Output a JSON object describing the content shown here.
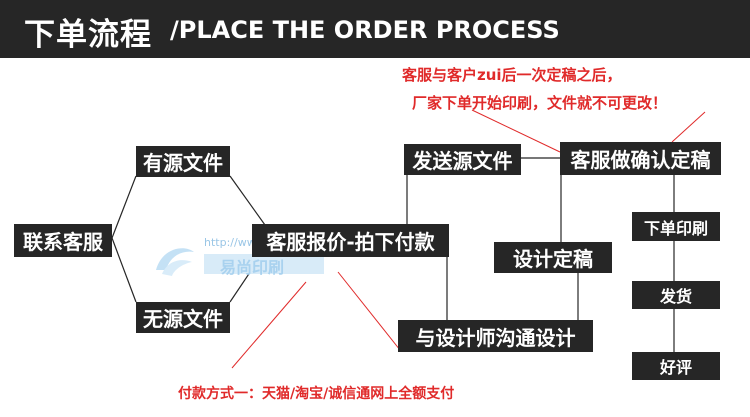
{
  "header": {
    "title_cn": "下单流程",
    "title_en": "/PLACE THE ORDER PROCESS"
  },
  "steps": {
    "contact_service": "联系客服",
    "has_source": "有源文件",
    "no_source": "无源文件",
    "quote_pay": "客服报价-拍下付款",
    "send_source": "发送源文件",
    "design_communicate": "与设计师沟通设计",
    "design_finalize": "设计定稿",
    "confirm_final": "客服做确认定稿",
    "print_order": "下单印刷",
    "ship": "发货",
    "review": "好评"
  },
  "notes": {
    "top_line1": "客服与客户zui后一次定稿之后，",
    "top_line2": "厂家下单开始印刷，文件就不可更改！",
    "bottom": "付款方式一：天猫/淘宝/诚信通网上全额支付"
  },
  "watermark": {
    "url": "http://www.",
    "brand": "易尚印刷"
  },
  "colors": {
    "box_bg": "#262626",
    "box_text": "#ffffff",
    "note_red": "#e02a2a",
    "line": "#262626"
  }
}
